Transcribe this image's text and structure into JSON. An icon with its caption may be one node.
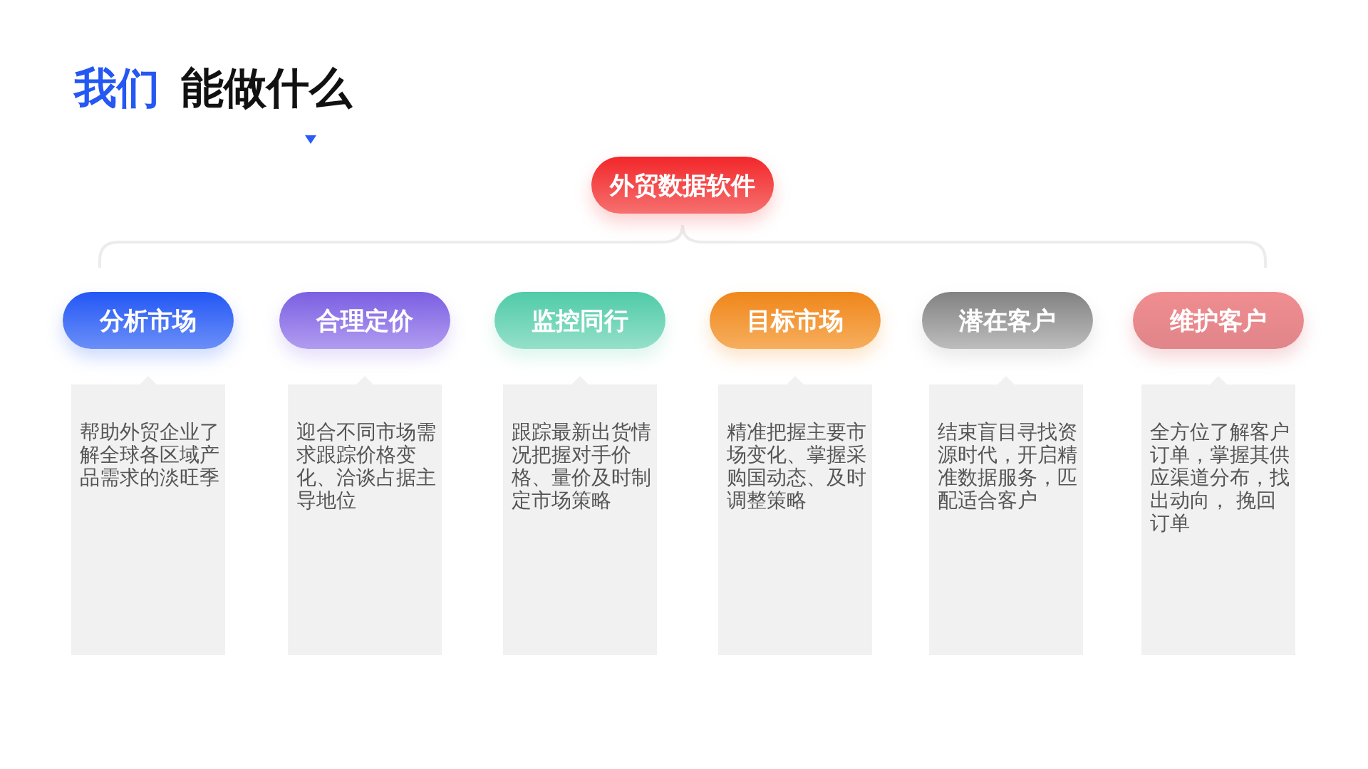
{
  "diagram": {
    "nodes": [
      {
        "text": [
          "外贸数据软件"
        ]
      },
      {
        "text": [
          "分析市场"
        ]
      },
      {
        "text": [
          "合理定价"
        ]
      },
      {
        "text": [
          "监控同行"
        ]
      },
      {
        "text": [
          "目标市场"
        ]
      },
      {
        "text": [
          "潜在客户"
        ]
      },
      {
        "text": [
          "维护客户"
        ]
      },
      {
        "text": [
          "帮助外贸企业了解全球各区域产品需求的淡旺季"
        ]
      },
      {
        "text": [
          "迎合不同市场需求跟踪价格变化、洽谈占据主导地位"
        ]
      },
      {
        "text": [
          "跟踪最新出货情况把握对手价格、量价及时制定市场策略"
        ]
      },
      {
        "text": [
          "精准把握主要市场变化、掌握采购国动态、及时调整策略"
        ]
      },
      {
        "text": [
          "结束盲目寻找资源时代，开启精准数据服务，匹配适合客户"
        ]
      },
      {
        "text": [
          "全方位了解客户订单，掌握其供应渠道分布，找出动向， 挽回订单"
        ]
      }
    ],
    "labels": [
      "我们",
      "能做什么"
    ]
  }
}
